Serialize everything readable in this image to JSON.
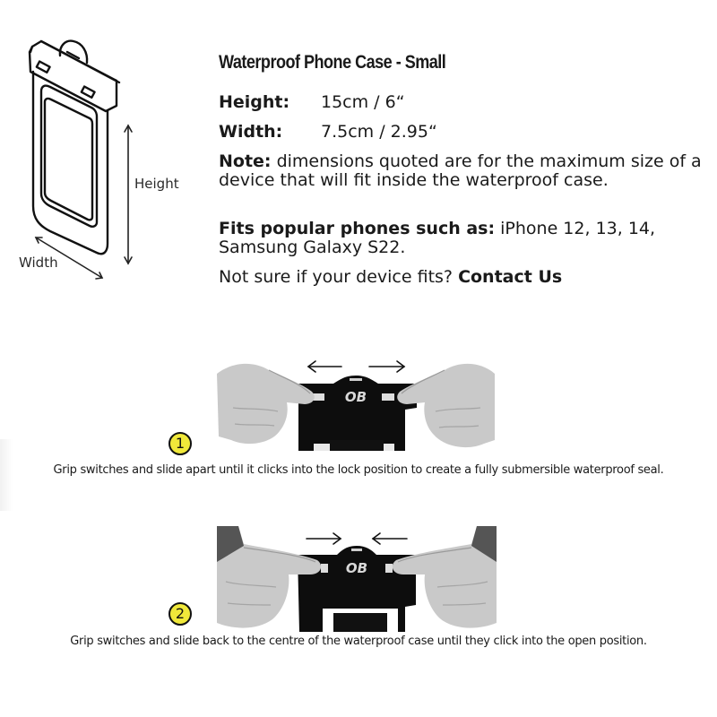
{
  "diagram": {
    "height_label": "Height",
    "width_label": "Width"
  },
  "product": {
    "title": "Waterproof Phone Case - Small",
    "specs": [
      {
        "label": "Height:",
        "value": "15cm / 6“"
      },
      {
        "label": "Width:",
        "value": "7.5cm / 2.95“"
      }
    ],
    "note": {
      "label": "Note:",
      "text": " dimensions quoted are for the maximum size of a device that will fit inside the waterproof case."
    },
    "fits": {
      "label": "Fits popular phones such as:",
      "text": " iPhone 12, 13, 14, Samsung Galaxy S22."
    },
    "contact": {
      "text": "Not sure if your device fits? ",
      "link_label": "Contact Us"
    }
  },
  "steps": [
    {
      "number": "1",
      "arrows": "apart",
      "logo": "OB",
      "caption": "Grip switches and slide apart until it clicks into the lock position to create a fully submersible waterproof seal."
    },
    {
      "number": "2",
      "arrows": "together",
      "logo": "OB",
      "caption": "Grip switches and slide back to the centre of the waterproof case until they click into the open position."
    }
  ],
  "colors": {
    "badge": "#f0e83a",
    "text": "#1a1a1a",
    "case": "#0d0d0d",
    "skin": "#cfcfcf"
  }
}
